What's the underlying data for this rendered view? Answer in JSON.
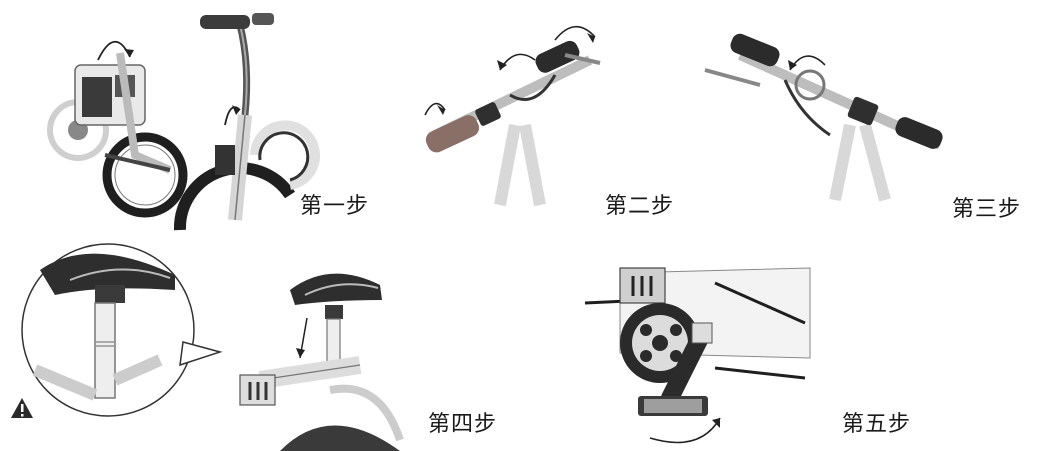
{
  "steps": [
    {
      "label": "第一步"
    },
    {
      "label": "第二步"
    },
    {
      "label": "第三步"
    },
    {
      "label": "第四步"
    },
    {
      "label": "第五步"
    }
  ],
  "icons": {
    "warning": "warning-icon"
  },
  "colors": {
    "ink": "#1a1a1a",
    "frame_light": "#e6e6e6",
    "frame_mid": "#9a9a9a",
    "frame_dark": "#2b2b2b",
    "grip": "#8a6f66"
  }
}
